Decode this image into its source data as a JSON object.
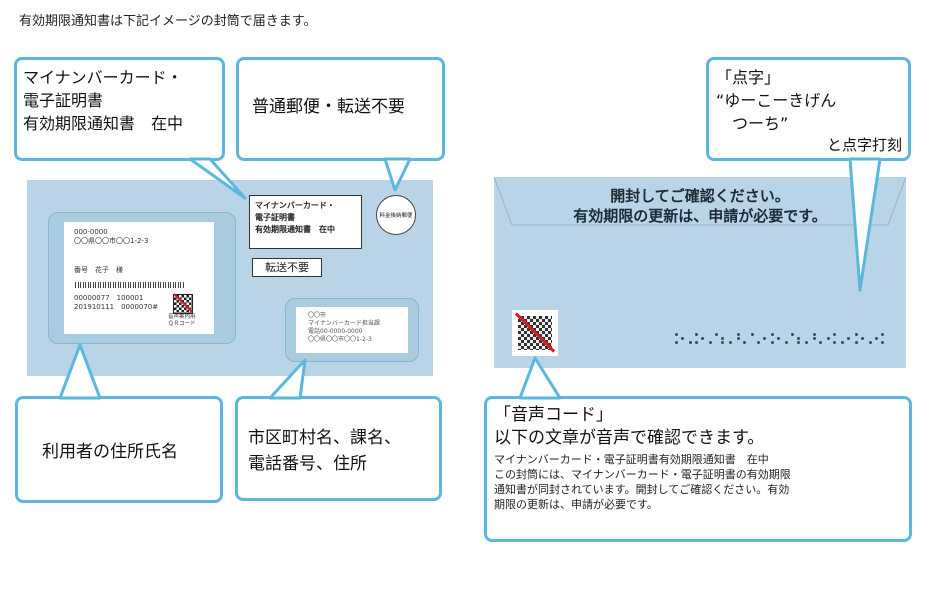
{
  "intro": "有効期限通知書は下記イメージの封筒で届きます。",
  "front": {
    "address_lines": [
      "000-0000",
      "〇〇県〇〇市〇〇1‐2‐3"
    ],
    "name_line": "番号　花子　様",
    "code_lines": [
      "00000077　100001",
      "201910111　0000070#"
    ],
    "qr_caption": [
      "音声案内用",
      "ＱＲコード"
    ],
    "contents_lines": [
      "マイナンバーカード・",
      "電子証明書",
      "有効期限通知書　在中"
    ],
    "forward": "転送不要",
    "postage": "料金後納郵便",
    "return_lines": [
      "〇〇市",
      "マイナンバーカード担当課",
      "電話00-0000-0000",
      "〇〇県〇〇市〇〇1‐2‐3"
    ]
  },
  "back": {
    "msg_lines": [
      "開封してご確認ください。",
      "有効期限の更新は、申請が必要です。"
    ]
  },
  "callouts": {
    "contents": [
      "マイナンバーカード・",
      "電子証明書",
      "有効期限通知書　在中"
    ],
    "postal": "普通郵便・転送不要",
    "user": "利用者の住所氏名",
    "municipal": [
      "市区町村名、課名、",
      "電話番号、住所"
    ],
    "braille": [
      "「点字」",
      "“ゆーこーきげん",
      "　つーち”",
      "と点字打刻"
    ],
    "voice_title": [
      "「音声コード」",
      "以下の文章が音声で確認できます。"
    ],
    "voice_body": [
      "マイナンバーカード・電子証明書有効期限通知書　在中",
      "この封筒には、マイナンバーカード・電子証明書の有効期限",
      "通知書が同封されています。開封してご確認ください。有効",
      "期限の更新は、申請が必要です。"
    ]
  },
  "colors": {
    "envelope": "#b9d4e6",
    "callout_border": "#5bb8dc",
    "qr_slash": "#e01c1c"
  }
}
